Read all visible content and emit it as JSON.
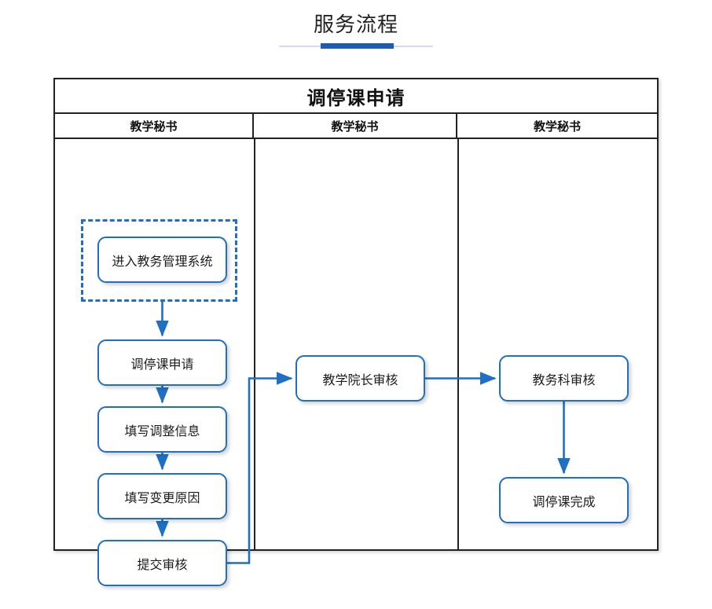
{
  "page": {
    "title": "服务流程"
  },
  "flowchart": {
    "title": "调停课申请",
    "lanes": [
      {
        "header": "教学秘书"
      },
      {
        "header": "教学秘书"
      },
      {
        "header": "教学秘书"
      }
    ],
    "nodes": [
      {
        "id": "enter-system",
        "label": "进入教务管理系统",
        "lane": 1
      },
      {
        "id": "apply",
        "label": "调停课申请",
        "lane": 1
      },
      {
        "id": "fill-info",
        "label": "填写调整信息",
        "lane": 1
      },
      {
        "id": "fill-reason",
        "label": "填写变更原因",
        "lane": 1
      },
      {
        "id": "submit",
        "label": "提交审核",
        "lane": 1
      },
      {
        "id": "dean-review",
        "label": "教学院长审核",
        "lane": 2
      },
      {
        "id": "office-review",
        "label": "教务科审核",
        "lane": 3
      },
      {
        "id": "complete",
        "label": "调停课完成",
        "lane": 3
      }
    ],
    "edges": [
      {
        "from": "enter-system",
        "to": "apply"
      },
      {
        "from": "apply",
        "to": "fill-info"
      },
      {
        "from": "fill-info",
        "to": "fill-reason"
      },
      {
        "from": "fill-reason",
        "to": "submit"
      },
      {
        "from": "submit",
        "to": "dean-review"
      },
      {
        "from": "dean-review",
        "to": "office-review"
      },
      {
        "from": "office-review",
        "to": "complete"
      }
    ],
    "group_box": {
      "contains": "enter-system",
      "style": "dashed"
    }
  },
  "colors": {
    "accent_blue": "#1f6fc4",
    "title_accent": "#1c5bb8",
    "divider_light": "#cfdcee",
    "table_border": "#222222",
    "text": "#1a1a1a"
  }
}
